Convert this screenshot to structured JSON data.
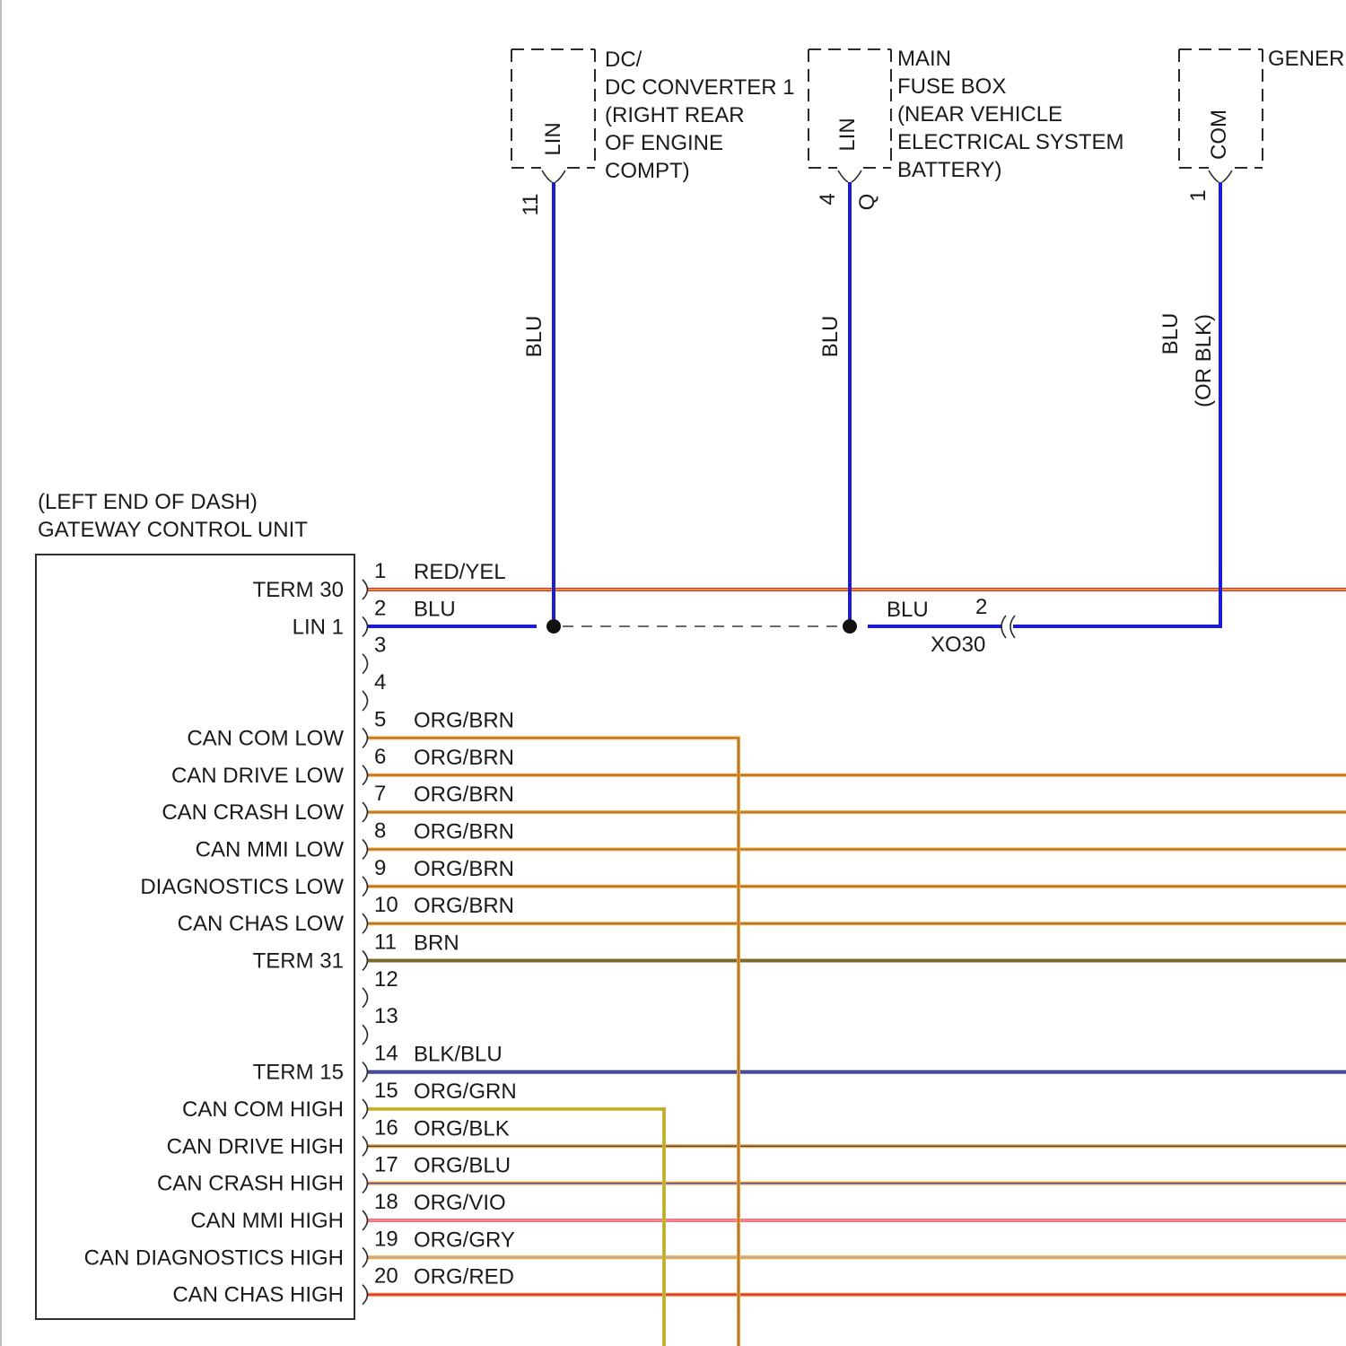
{
  "components": [
    {
      "pin_label": "LIN",
      "pin_number": "11",
      "label_lines": [
        "DC/",
        "DC CONVERTER 1",
        "(RIGHT REAR",
        "OF ENGINE",
        "COMPT)"
      ],
      "wire_label": "BLU"
    },
    {
      "pin_label": "LIN",
      "pin_number": "4",
      "pin_code": "Q",
      "label_lines": [
        "MAIN",
        "FUSE BOX",
        "(NEAR VEHICLE",
        "ELECTRICAL SYSTEM",
        "BATTERY)"
      ],
      "wire_label": "BLU"
    },
    {
      "pin_label": "COM",
      "pin_number": "1",
      "label_lines": [
        "GENER"
      ],
      "wire_label": "BLU",
      "wire_label_alt": "(OR BLK)"
    }
  ],
  "gateway": {
    "location": "(LEFT END OF DASH)",
    "name": "GATEWAY CONTROL UNIT",
    "pins": [
      {
        "num": "1",
        "name": "TERM 30",
        "wire": "RED/YEL"
      },
      {
        "num": "2",
        "name": "LIN 1",
        "wire": "BLU"
      },
      {
        "num": "3"
      },
      {
        "num": "4"
      },
      {
        "num": "5",
        "name": "CAN COM LOW",
        "wire": "ORG/BRN"
      },
      {
        "num": "6",
        "name": "CAN DRIVE LOW",
        "wire": "ORG/BRN"
      },
      {
        "num": "7",
        "name": "CAN CRASH LOW",
        "wire": "ORG/BRN"
      },
      {
        "num": "8",
        "name": "CAN MMI LOW",
        "wire": "ORG/BRN"
      },
      {
        "num": "9",
        "name": "DIAGNOSTICS LOW",
        "wire": "ORG/BRN"
      },
      {
        "num": "10",
        "name": "CAN CHAS LOW",
        "wire": "ORG/BRN"
      },
      {
        "num": "11",
        "name": "TERM 31",
        "wire": "BRN"
      },
      {
        "num": "12"
      },
      {
        "num": "13"
      },
      {
        "num": "14",
        "name": "TERM 15",
        "wire": "BLK/BLU"
      },
      {
        "num": "15",
        "name": "CAN COM HIGH",
        "wire": "ORG/GRN"
      },
      {
        "num": "16",
        "name": "CAN DRIVE HIGH",
        "wire": "ORG/BLK"
      },
      {
        "num": "17",
        "name": "CAN CRASH HIGH",
        "wire": "ORG/BLU"
      },
      {
        "num": "18",
        "name": "CAN MMI HIGH",
        "wire": "ORG/VIO"
      },
      {
        "num": "19",
        "name": "CAN DIAGNOSTICS HIGH",
        "wire": "ORG/GRY"
      },
      {
        "num": "20",
        "name": "CAN CHAS HIGH",
        "wire": "ORG/RED"
      }
    ]
  },
  "connector": {
    "id": "XO30",
    "pin": "2",
    "wire_label": "BLU"
  },
  "wire_colors": {
    "RED/YEL": [
      "#e0262a",
      "#f4d23a"
    ],
    "BLU": [
      "#1c1cd4"
    ],
    "ORG/BRN": [
      "#f2a33a",
      "#96662c"
    ],
    "BRN": [
      "#7d6a26"
    ],
    "BLK/BLU": [
      "#34346e",
      "#5a5ad0"
    ],
    "ORG/GRN": [
      "#e0b43c",
      "#8ab42e"
    ],
    "ORG/BLK": [
      "#f2a33a",
      "#4a4a4a"
    ],
    "ORG/BLU": [
      "#f2a33a",
      "#4646c0"
    ],
    "ORG/VIO": [
      "#f06aa8",
      "#f2a33a"
    ],
    "ORG/GRY": [
      "#f2a33a",
      "#b0b0b0"
    ],
    "ORG/RED": [
      "#f07a36",
      "#e02a2a"
    ]
  }
}
